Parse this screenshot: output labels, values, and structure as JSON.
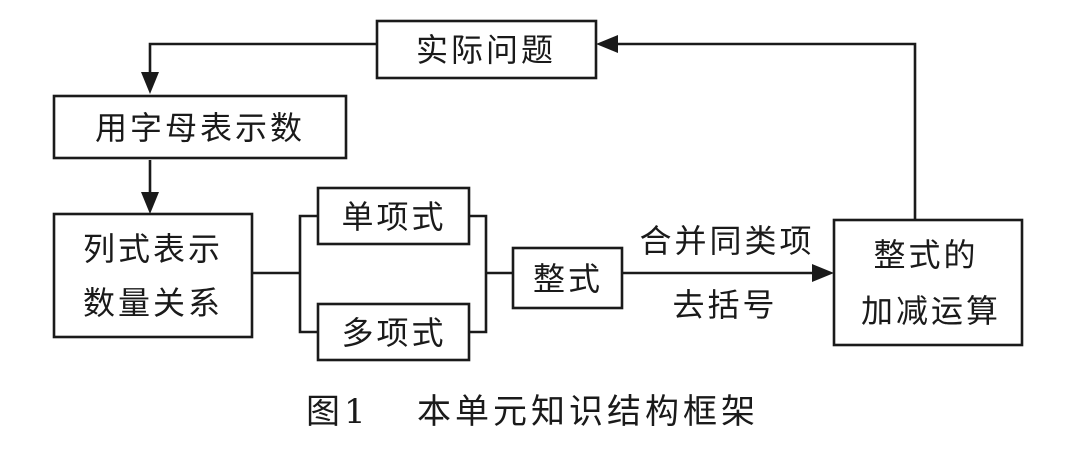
{
  "nodes": {
    "practical_problem": "实际问题",
    "letters_represent_numbers": "用字母表示数",
    "expression_line1": "列式表示",
    "expression_line2": "数量关系",
    "monomial": "单项式",
    "polynomial": "多项式",
    "integral_expression": "整式",
    "operations_line1": "整式的",
    "operations_line2": "加减运算"
  },
  "edges": {
    "combine_like_terms": "合并同类项",
    "remove_brackets": "去括号"
  },
  "caption": {
    "figure_number": "图1",
    "title": "本单元知识结构框架"
  }
}
